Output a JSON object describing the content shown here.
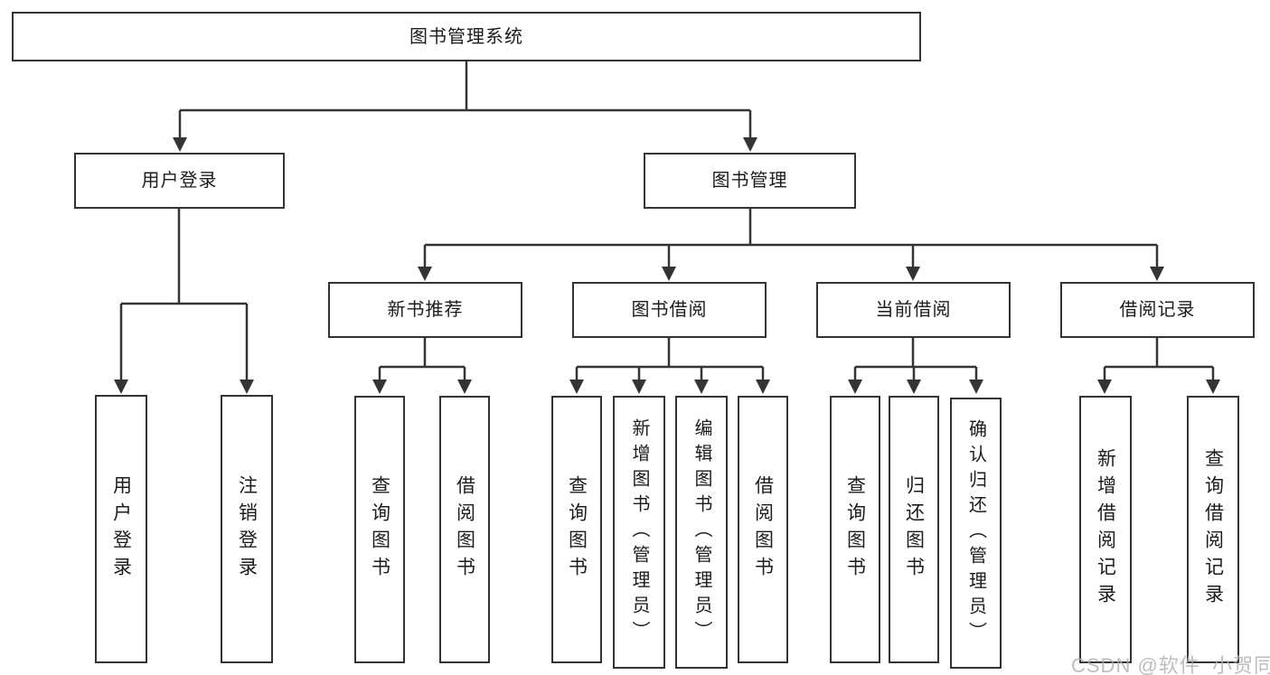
{
  "diagram": {
    "root": "图书管理系统",
    "level2": {
      "user_login": "用户登录",
      "book_management": "图书管理"
    },
    "level3": {
      "new_book_recommend": "新书推荐",
      "book_borrow": "图书借阅",
      "current_borrow": "当前借阅",
      "borrow_record": "借阅记录"
    },
    "leaves": {
      "user_login": "用户登录",
      "logout": "注销登录",
      "recommend_query_book": "查询图书",
      "recommend_borrow_book": "借阅图书",
      "borrow_query_book": "查询图书",
      "borrow_add_book_admin": "新增图书（管理员）",
      "borrow_edit_book_admin": "编辑图书（管理员）",
      "borrow_borrow_book": "借阅图书",
      "current_query_book": "查询图书",
      "current_return_book": "归还图书",
      "current_confirm_return_admin": "确认归还（管理员）",
      "record_add_record": "新增借阅记录",
      "record_query_record": "查询借阅记录"
    }
  },
  "watermark": "CSDN @软件_小贺同学",
  "colors": {
    "line": "#343434",
    "border": "#333333",
    "text": "#1c1c1c",
    "watermark": "rgba(172,172,172,0.8)",
    "background": "#ffffff"
  }
}
